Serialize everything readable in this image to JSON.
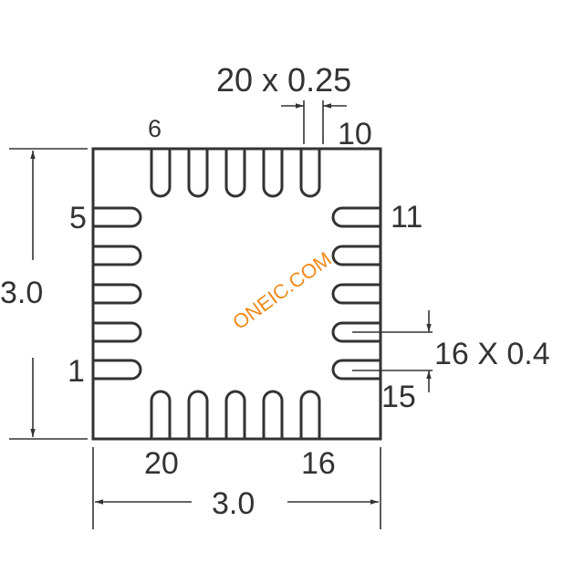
{
  "pin_labels": {
    "p6": "6",
    "p10": "10",
    "p5": "5",
    "p11": "11",
    "p1": "1",
    "p15": "15",
    "p20": "20",
    "p16": "16"
  },
  "dimensions": {
    "pitch_label": "20 x 0.25",
    "pad_width_label": "16 X 0.4",
    "height_label": "3.0",
    "width_label": "3.0"
  },
  "watermark": "ONEIC.COM",
  "colors": {
    "line": "#333333",
    "watermark": "#f08a1c"
  }
}
